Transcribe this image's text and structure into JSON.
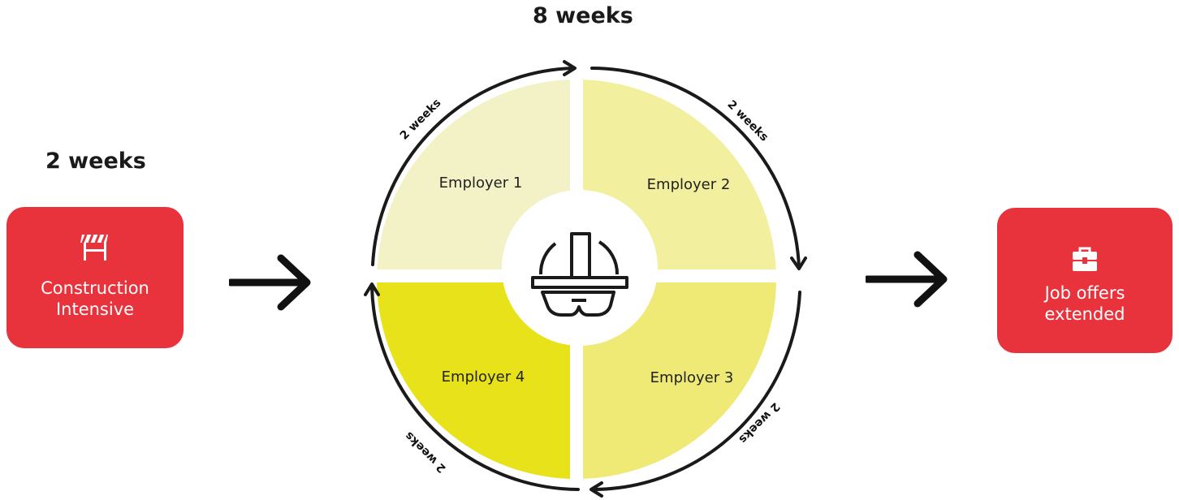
{
  "intro": {
    "duration": "2 weeks",
    "label_line1": "Construction",
    "label_line2": "Intensive",
    "icon": "barrier-icon"
  },
  "rotation": {
    "duration": "8 weeks",
    "center_icon": "hard-hat-goggles-icon",
    "quadrants": [
      {
        "label": "Employer 1",
        "segment": "2 weeks",
        "color": "#f3f2c6"
      },
      {
        "label": "Employer 2",
        "segment": "2 weeks",
        "color": "#f2ef9f"
      },
      {
        "label": "Employer 3",
        "segment": "2 weeks",
        "color": "#efea75"
      },
      {
        "label": "Employer 4",
        "segment": "2 weeks",
        "color": "#e8e21a"
      }
    ]
  },
  "outcome": {
    "label_line1": "Job offers",
    "label_line2": "extended",
    "icon": "toolbox-icon"
  },
  "colors": {
    "card": "#e8323c",
    "text": "#1a1a1a"
  }
}
